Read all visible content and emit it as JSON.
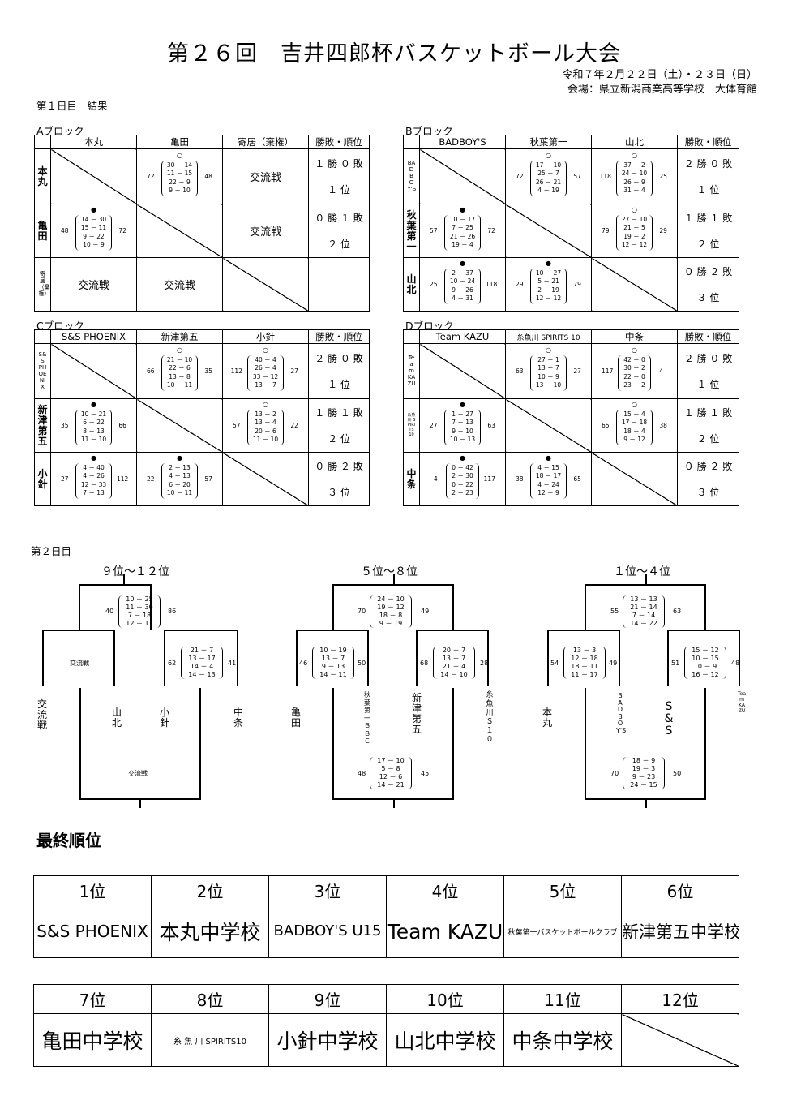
{
  "header": {
    "title": "第２６回　吉井四郎杯バスケットボール大会",
    "date": "令和７年２月２２日（土）・２３日（日）",
    "venue": "会場：県立新潟商業高等学校　大体育館"
  },
  "day1": {
    "label": "第１日目　結果",
    "blocks": [
      {
        "name": "Aブロック",
        "cols": [
          "本丸",
          "亀田",
          "寄居（棄権）"
        ],
        "rows": [
          "本丸",
          "亀田",
          "寄居（棄権）"
        ],
        "rcol": "勝敗・順位",
        "exchange": "交流戦",
        "records": [
          [
            "１ 勝 ０ 敗",
            "１ 位"
          ],
          [
            "０ 勝 １ 敗",
            "２ 位"
          ],
          [
            "",
            ""
          ]
        ],
        "games": [
          {
            "mark": "○",
            "l": "72",
            "r": "48",
            "q": [
              "30 － 14",
              "11 － 15",
              "22 －  9",
              " 9 － 10"
            ]
          },
          {
            "mark": "●",
            "l": "48",
            "r": "72",
            "q": [
              "14 － 30",
              "15 － 11",
              " 9 － 22",
              "10 －  9"
            ]
          }
        ]
      },
      {
        "name": "Bブロック",
        "cols": [
          "BADBOY'S",
          "秋葉第一",
          "山北"
        ],
        "rows": [
          "BADBOY'S",
          "秋葉第一",
          "山北"
        ],
        "rcol": "勝敗・順位",
        "records": [
          [
            "２ 勝 ０ 敗",
            "１ 位"
          ],
          [
            "１ 勝 １ 敗",
            "２ 位"
          ],
          [
            "０ 勝 ２ 敗",
            "３ 位"
          ]
        ],
        "games": [
          {
            "mark": "○",
            "l": "72",
            "r": "57",
            "q": [
              "17 － 10",
              "25 －  7",
              "26 － 21",
              " 4 － 19"
            ]
          },
          {
            "mark": "○",
            "l": "118",
            "r": "25",
            "q": [
              "37 －  2",
              "24 － 10",
              "26 －  9",
              "31 －  4"
            ]
          },
          {
            "mark": "●",
            "l": "57",
            "r": "72",
            "q": [
              "10 － 17",
              " 7 － 25",
              "21 － 26",
              "19 －  4"
            ]
          },
          {
            "mark": "○",
            "l": "79",
            "r": "29",
            "q": [
              "27 － 10",
              "21 －  5",
              "19 －  2",
              "12 － 12"
            ]
          },
          {
            "mark": "●",
            "l": "25",
            "r": "118",
            "q": [
              " 2 － 37",
              "10 － 24",
              " 9 － 26",
              " 4 － 31"
            ]
          },
          {
            "mark": "●",
            "l": "29",
            "r": "79",
            "q": [
              "10 － 27",
              " 5 － 21",
              " 2 － 19",
              "12 － 12"
            ]
          }
        ]
      },
      {
        "name": "Cブロック",
        "cols": [
          "S&S PHOENIX",
          "新津第五",
          "小針"
        ],
        "rows": [
          "S&S PHOENIX",
          "新津第五",
          "小針"
        ],
        "rcol": "勝敗・順位",
        "records": [
          [
            "２ 勝 ０ 敗",
            "１ 位"
          ],
          [
            "１ 勝 １ 敗",
            "２ 位"
          ],
          [
            "０ 勝 ２ 敗",
            "３ 位"
          ]
        ],
        "games": [
          {
            "mark": "○",
            "l": "66",
            "r": "35",
            "q": [
              "21 － 10",
              "22 －  6",
              "13 －  8",
              "10 － 11"
            ]
          },
          {
            "mark": "○",
            "l": "112",
            "r": "27",
            "q": [
              "40 －  4",
              "26 －  4",
              "33 － 12",
              "13 －  7"
            ]
          },
          {
            "mark": "●",
            "l": "35",
            "r": "66",
            "q": [
              "10 － 21",
              " 6 － 22",
              " 8 － 13",
              "11 － 10"
            ]
          },
          {
            "mark": "○",
            "l": "57",
            "r": "22",
            "q": [
              "13 －  2",
              "13 －  4",
              "20 －  6",
              "11 － 10"
            ]
          },
          {
            "mark": "●",
            "l": "27",
            "r": "112",
            "q": [
              " 4 － 40",
              " 4 － 26",
              "12 － 33",
              " 7 － 13"
            ]
          },
          {
            "mark": "●",
            "l": "22",
            "r": "57",
            "q": [
              " 2 － 13",
              " 4 － 13",
              " 6 － 20",
              "10 － 11"
            ]
          }
        ]
      },
      {
        "name": "Dブロック",
        "cols": [
          "Team KAZU",
          "糸魚川 SPIRITS 10",
          "中条"
        ],
        "rows": [
          "Team KAZU",
          "糸魚川 SPIRITS 10",
          "中条"
        ],
        "rcol": "勝敗・順位",
        "records": [
          [
            "２ 勝 ０ 敗",
            "１ 位"
          ],
          [
            "１ 勝 １ 敗",
            "２ 位"
          ],
          [
            "０ 勝 ２ 敗",
            "３ 位"
          ]
        ],
        "games": [
          {
            "mark": "○",
            "l": "63",
            "r": "27",
            "q": [
              "27 －  1",
              "13 －  7",
              "10 －  9",
              "13 － 10"
            ]
          },
          {
            "mark": "○",
            "l": "117",
            "r": "4",
            "q": [
              "42 －  0",
              "30 －  2",
              "22 －  0",
              "23 －  2"
            ]
          },
          {
            "mark": "●",
            "l": "27",
            "r": "63",
            "q": [
              " 1 － 27",
              " 7 － 13",
              " 9 － 10",
              "10 － 13"
            ]
          },
          {
            "mark": "○",
            "l": "65",
            "r": "38",
            "q": [
              "15 －  4",
              "17 － 18",
              "18 －  4",
              " 9 － 12"
            ]
          },
          {
            "mark": "●",
            "l": "4",
            "r": "117",
            "q": [
              " 0 － 42",
              " 2 － 30",
              " 0 － 22",
              " 2 － 23"
            ]
          },
          {
            "mark": "●",
            "l": "38",
            "r": "65",
            "q": [
              " 4 － 15",
              "18 － 17",
              " 4 － 24",
              "12 －  9"
            ]
          }
        ]
      }
    ]
  },
  "day2": {
    "label": "第２日目",
    "b1": {
      "title": "９位～１２位",
      "top": {
        "l": "40",
        "r": "86",
        "q": [
          "10 － 25",
          "11 － 30",
          " 7 － 18",
          "12 － 13"
        ]
      },
      "semiR": {
        "l": "62",
        "r": "41",
        "q": [
          "21 －  7",
          "13 － 17",
          "14 －  4",
          "14 － 13"
        ]
      },
      "kLeft": "交流戦",
      "kBottom": "交流戦",
      "teams": [
        "交流戦",
        "山北",
        "小針",
        "中条"
      ]
    },
    "b2": {
      "title": "５位～８位",
      "top": {
        "l": "70",
        "r": "49",
        "q": [
          "24 － 10",
          "19 － 12",
          "18 －  8",
          " 9 － 19"
        ]
      },
      "semiL": {
        "l": "46",
        "r": "50",
        "q": [
          "10 － 19",
          "13 －  7",
          " 9 － 13",
          "14 － 11"
        ]
      },
      "semiR": {
        "l": "68",
        "r": "28",
        "q": [
          "20 －  7",
          "13 －  7",
          "21 －  4",
          "14 － 10"
        ]
      },
      "bot": {
        "l": "48",
        "r": "45",
        "q": [
          "17 － 10",
          " 5 －  8",
          "12 －  6",
          "14 － 21"
        ]
      },
      "teams": [
        "亀田",
        "秋葉第一ＢＢＣ",
        "新津第五",
        "糸魚川Ｓ１０"
      ]
    },
    "b3": {
      "title": "１位～４位",
      "top": {
        "l": "55",
        "r": "63",
        "q": [
          "13 － 13",
          "21 － 14",
          " 7 － 14",
          "14 － 22"
        ]
      },
      "semiL": {
        "l": "54",
        "r": "49",
        "q": [
          "13 －  3",
          "12 － 18",
          "18 － 11",
          "11 － 17"
        ]
      },
      "semiR": {
        "l": "51",
        "r": "48",
        "q": [
          "15 － 12",
          "10 － 15",
          "10 －  9",
          "16 － 12"
        ]
      },
      "bot": {
        "l": "70",
        "r": "50",
        "q": [
          "18 －  9",
          "19 －  3",
          " 9 － 23",
          "24 － 15"
        ]
      },
      "teams": [
        "本丸",
        "BADBOY'S",
        "S&S",
        "Team KAZU"
      ]
    }
  },
  "final": {
    "label": "最終順位",
    "row1": {
      "ranks": [
        "1位",
        "2位",
        "3位",
        "4位",
        "5位",
        "6位"
      ],
      "teams": [
        "S&S PHOENIX",
        "本丸中学校",
        "BADBOY'S U15",
        "Team KAZU",
        "秋葉第一バスケットボールクラブ",
        "新津第五中学校"
      ]
    },
    "row2": {
      "ranks": [
        "7位",
        "8位",
        "9位",
        "10位",
        "11位",
        "12位"
      ],
      "teams": [
        "亀田中学校",
        "糸 魚 川 SPIRITS10",
        "小針中学校",
        "山北中学校",
        "中条中学校",
        ""
      ]
    }
  }
}
